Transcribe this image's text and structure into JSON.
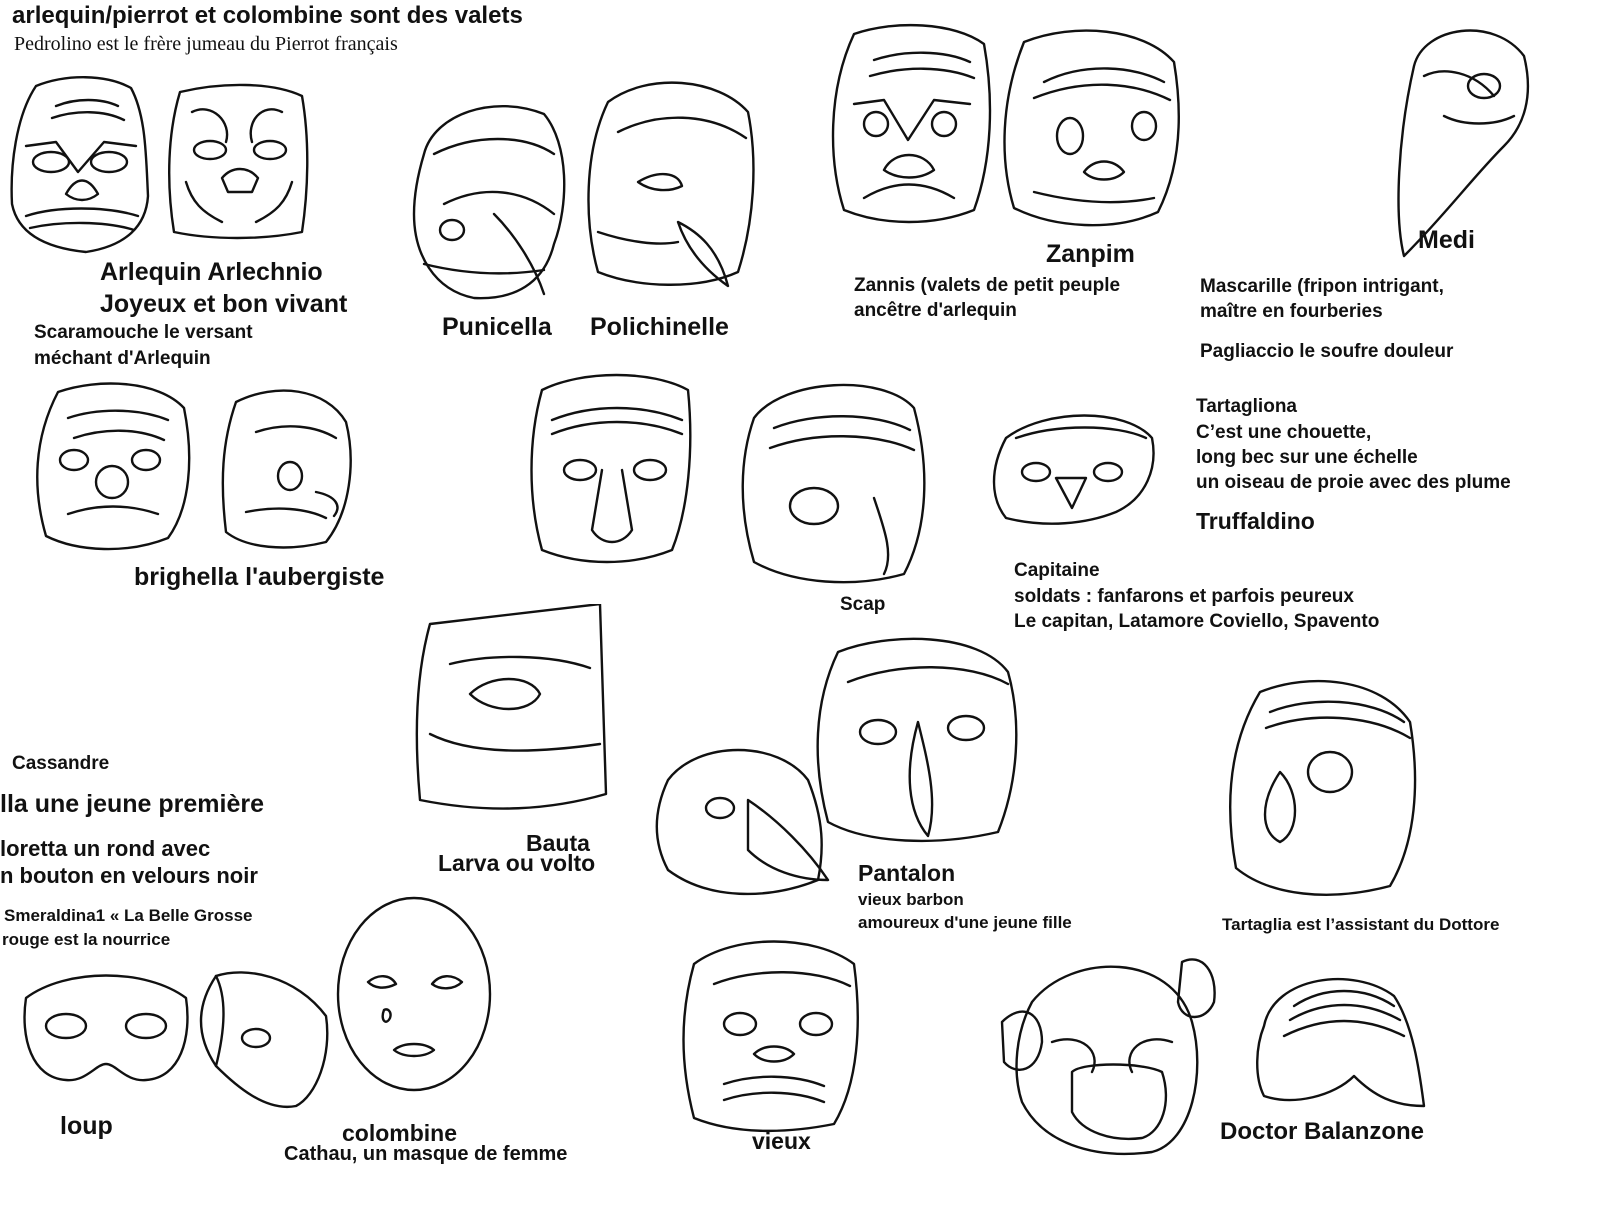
{
  "header": {
    "title": "arlequin/pierrot et colombine sont des valets",
    "subtitle": "Pedrolino est le frère jumeau du Pierrot français"
  },
  "labels": {
    "arlequin_name": "Arlequin Arlechnio",
    "arlequin_desc": "Joyeux et bon vivant",
    "scaramouche_1": "Scaramouche le versant",
    "scaramouche_2": "méchant d'Arlequin",
    "punicella": "Punicella",
    "polichinelle": "Polichinelle",
    "zanpim": "Zanpim",
    "zannis_1": "Zannis  (valets de petit peuple",
    "zannis_2": "ancêtre d'arlequin",
    "medi": "Medi",
    "mascarille_1": "Mascarille (fripon intrigant,",
    "mascarille_2": "maître en fourberies",
    "pagliaccio": "Pagliaccio le soufre douleur",
    "tartagliona": "Tartagliona",
    "chouette_1": "C’est une chouette,",
    "chouette_2": "long bec sur une échelle",
    "chouette_3": "un oiseau de proie avec des plume",
    "truffaldino": "Truffaldino",
    "brighella": "brighella l'aubergiste",
    "scap": "Scap",
    "capitaine": "Capitaine",
    "soldats": "soldats : fanfarons et parfois peureux",
    "capitan": "Le capitan, Latamore Coviello, Spavento",
    "cassandre": "Cassandre",
    "isabella": "lla une jeune première",
    "floretta_1": "loretta un rond avec",
    "floretta_2": "n bouton en velours noir",
    "smeraldina_1": "Smeraldina1 « La Belle Grosse",
    "smeraldina_2": "rouge est la nourrice",
    "bauta": "Bauta",
    "larva": "Larva ou volto",
    "pantalon": "Pantalon",
    "pantalon_1": "vieux barbon",
    "pantalon_2": "amoureux d'une jeune fille",
    "tartaglia": "Tartaglia est l’assistant du Dottore",
    "loup": "loup",
    "colombine": "colombine",
    "cathau": "Cathau, un masque de femme",
    "vieux": "vieux",
    "balanzone": "Doctor Balanzone"
  }
}
